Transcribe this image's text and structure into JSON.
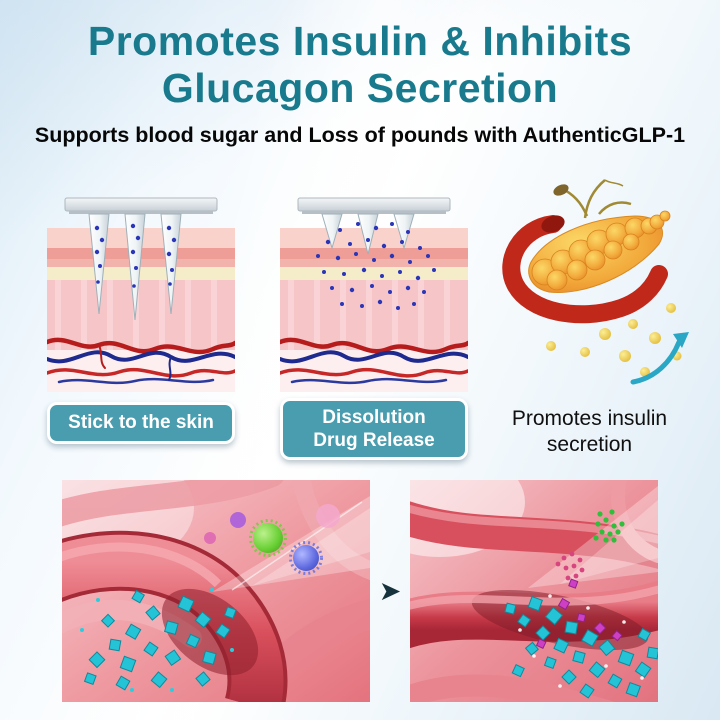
{
  "header": {
    "title_line1": "Promotes Insulin & Inhibits",
    "title_line2": "Glucagon Secretion",
    "subtitle": "Supports blood sugar and Loss of pounds with AuthenticGLP-1"
  },
  "panels": {
    "stick": {
      "badge": "Stick to the skin"
    },
    "dissolution": {
      "badge_line1": "Dissolution",
      "badge_line2": "Drug Release"
    },
    "pancreas": {
      "caption_line1": "Promotes insulin",
      "caption_line2": "secretion"
    }
  },
  "bottom": {
    "arrow_glyph": "➤"
  },
  "colors": {
    "title": "#187a8c",
    "badge_bg": "#4a9dae",
    "badge_border": "#ffffff",
    "badge_text": "#ffffff",
    "caption_text": "#101010",
    "arrow": "#16323c",
    "needle_dot_blue": "#2a35b8",
    "vessel_red": "#c0281a",
    "insulin_yellow": "#f2cf4a",
    "cube_teal": "#24c3d6"
  }
}
